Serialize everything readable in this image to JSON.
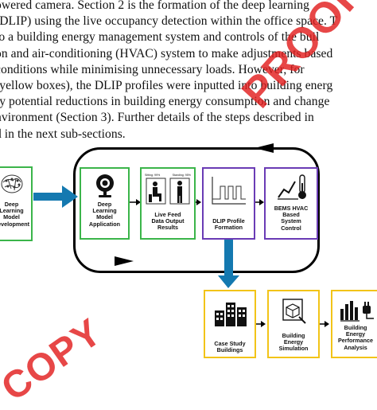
{
  "paragraph": {
    "lines": [
      "owered camera. Section 2 is the formation of the deep learning",
      "(DLIP) using the live occupancy detection within the office space. T",
      "to a building energy management system and controls of the buil",
      "on and air-conditioning (HVAC) system to make adjustments based",
      " conditions while minimising unnecessary loads. However, for",
      "(yellow boxes), the DLIP profiles were inputted into building energ",
      "fy potential reductions in building energy consumption and change",
      "nvironment (Section 3).  Further details of the steps described in",
      "d in the next sub-sections."
    ]
  },
  "diagram": {
    "box_dev": {
      "label": "Deep Learning Model Development",
      "lines": [
        "Deep",
        "Learning",
        "Model",
        "Development"
      ]
    },
    "box_app": {
      "label": "Deep Learning Model Application",
      "lines": [
        "Deep",
        "Learning",
        "Model",
        "Application"
      ]
    },
    "box_live": {
      "label": "Live Feed Data Output Results",
      "lines": [
        "Live Feed",
        "Data Output",
        "Results"
      ],
      "tag_sitting": "Sitting: 99%",
      "tag_standing": "Standing: 95%"
    },
    "box_dlip": {
      "label": "DLIP Profile Formation",
      "lines": [
        "DLIP Profile",
        "Formation"
      ]
    },
    "box_bems": {
      "label": "BEMS HVAC Based System Control",
      "lines": [
        "BEMS HVAC",
        "Based",
        "System",
        "Control"
      ]
    },
    "box_case": {
      "label": "Case Study Buildings",
      "lines": [
        "Case Study",
        "Buildings"
      ]
    },
    "box_sim": {
      "label": "Building Energy Simulation",
      "lines": [
        "Building",
        "Energy",
        "Simulation"
      ]
    },
    "box_perf": {
      "label": "Building Energy Performance Analysis",
      "lines": [
        "Building",
        "Energy",
        "Performance",
        "Analysis"
      ]
    }
  },
  "watermark": {
    "text_top": "PROOF",
    "text_bottom": "COPY"
  },
  "colors": {
    "green": "#3bb54a",
    "purple": "#6a3bb5",
    "gold": "#f2c418",
    "arrow_blue": "#1479b0",
    "watermark_red": "#e21e1e"
  }
}
